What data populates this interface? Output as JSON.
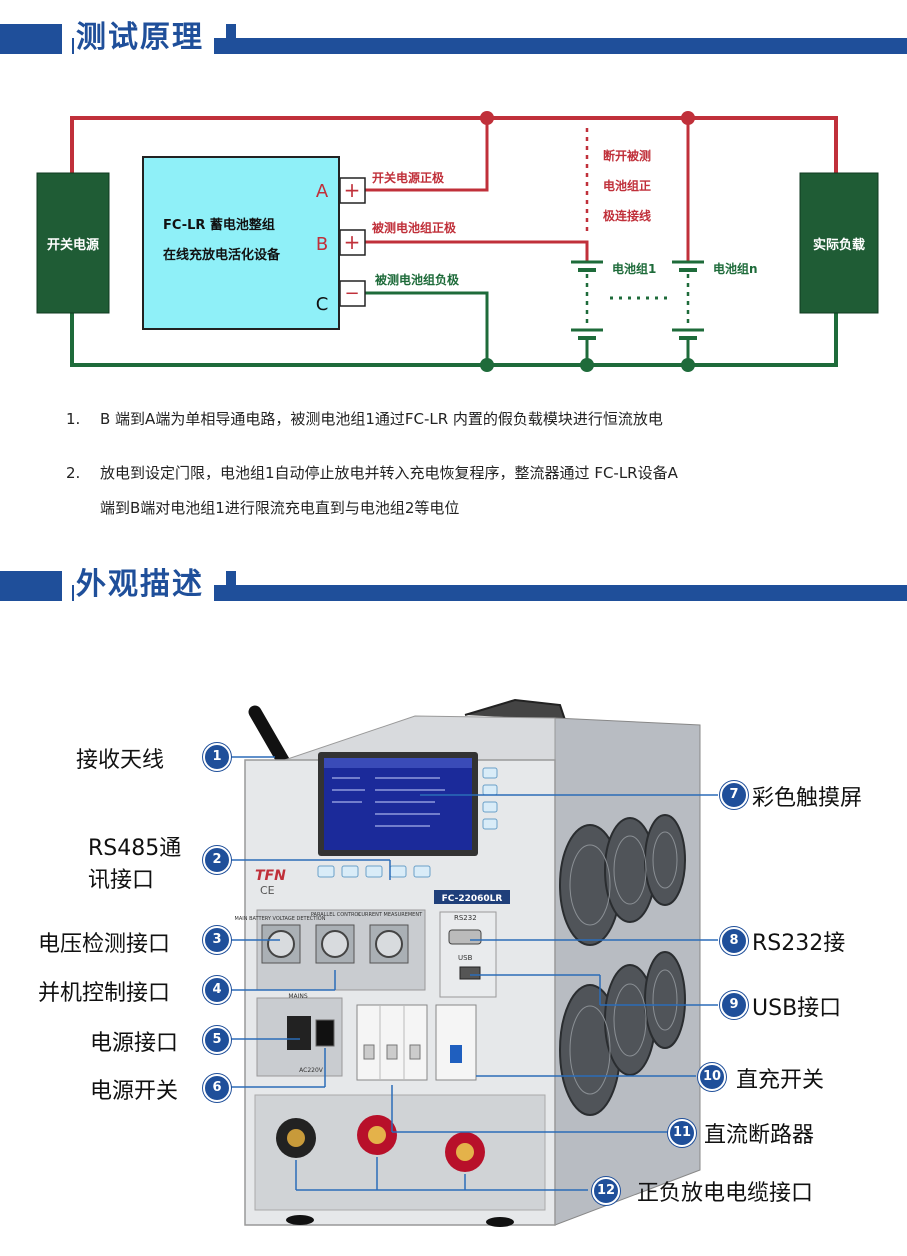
{
  "sections": {
    "principle_title": "测试原理",
    "appearance_title": "外观描述"
  },
  "diagram": {
    "switch_power": "开关电源",
    "actual_load": "实际负载",
    "device_line1": "FC-LR 蓄电池整组",
    "device_line2": "在线充放电活化设备",
    "port_a": "A",
    "port_b": "B",
    "port_c": "C",
    "plus": "+",
    "minus": "−",
    "label_a": "开关电源正极",
    "label_b": "被测电池组正极",
    "label_c": "被测电池组负极",
    "disconnect_1": "断开被测",
    "disconnect_2": "电池组正",
    "disconnect_3": "极连接线",
    "battery_1": "电池组1",
    "battery_n": "电池组n",
    "colors": {
      "red": "#c0303a",
      "green": "#1e6b3a",
      "box_green": "#1f5c35",
      "cyan": "#8ff0f8"
    }
  },
  "notes": [
    {
      "num": "1.",
      "line1": "B 端到A端为单相导通电路，被测电池组1通过FC-LR 内置的假负载模块进行恒流放电",
      "line2": ""
    },
    {
      "num": "2.",
      "line1": "放电到设定门限，电池组1自动停止放电并转入充电恢复程序，整流器通过 FC-LR设备A",
      "line2": "端到B端对电池组1进行限流充电直到与电池组2等电位"
    }
  ],
  "product": {
    "brand": "TFN",
    "ce": "CE",
    "model": "FC-22060LR",
    "rs232_panel": "RS232",
    "usb_panel": "USB",
    "mains_panel": "MAINS",
    "ac_panel": "AC220V",
    "port_labels": [
      "MAIN BATTERY VOLTAGE DETECTION",
      "PARALLEL CONTROL",
      "CURRENT MEASUREMENT"
    ],
    "callouts": [
      {
        "num": "1",
        "label": "接收天线"
      },
      {
        "num": "2",
        "label": "RS485通讯接口"
      },
      {
        "num": "3",
        "label": "电压检测接口"
      },
      {
        "num": "4",
        "label": "并机控制接口"
      },
      {
        "num": "5",
        "label": "电源接口"
      },
      {
        "num": "6",
        "label": "电源开关"
      },
      {
        "num": "7",
        "label": "彩色触摸屏"
      },
      {
        "num": "8",
        "label": "RS232接"
      },
      {
        "num": "9",
        "label": "USB接口"
      },
      {
        "num": "10",
        "label": "直充开关"
      },
      {
        "num": "11",
        "label": "直流断路器"
      },
      {
        "num": "12",
        "label": "正负放电电缆接口"
      }
    ],
    "callout_line1_rs485": "RS485通",
    "callout_line2_rs485": "讯接口"
  }
}
